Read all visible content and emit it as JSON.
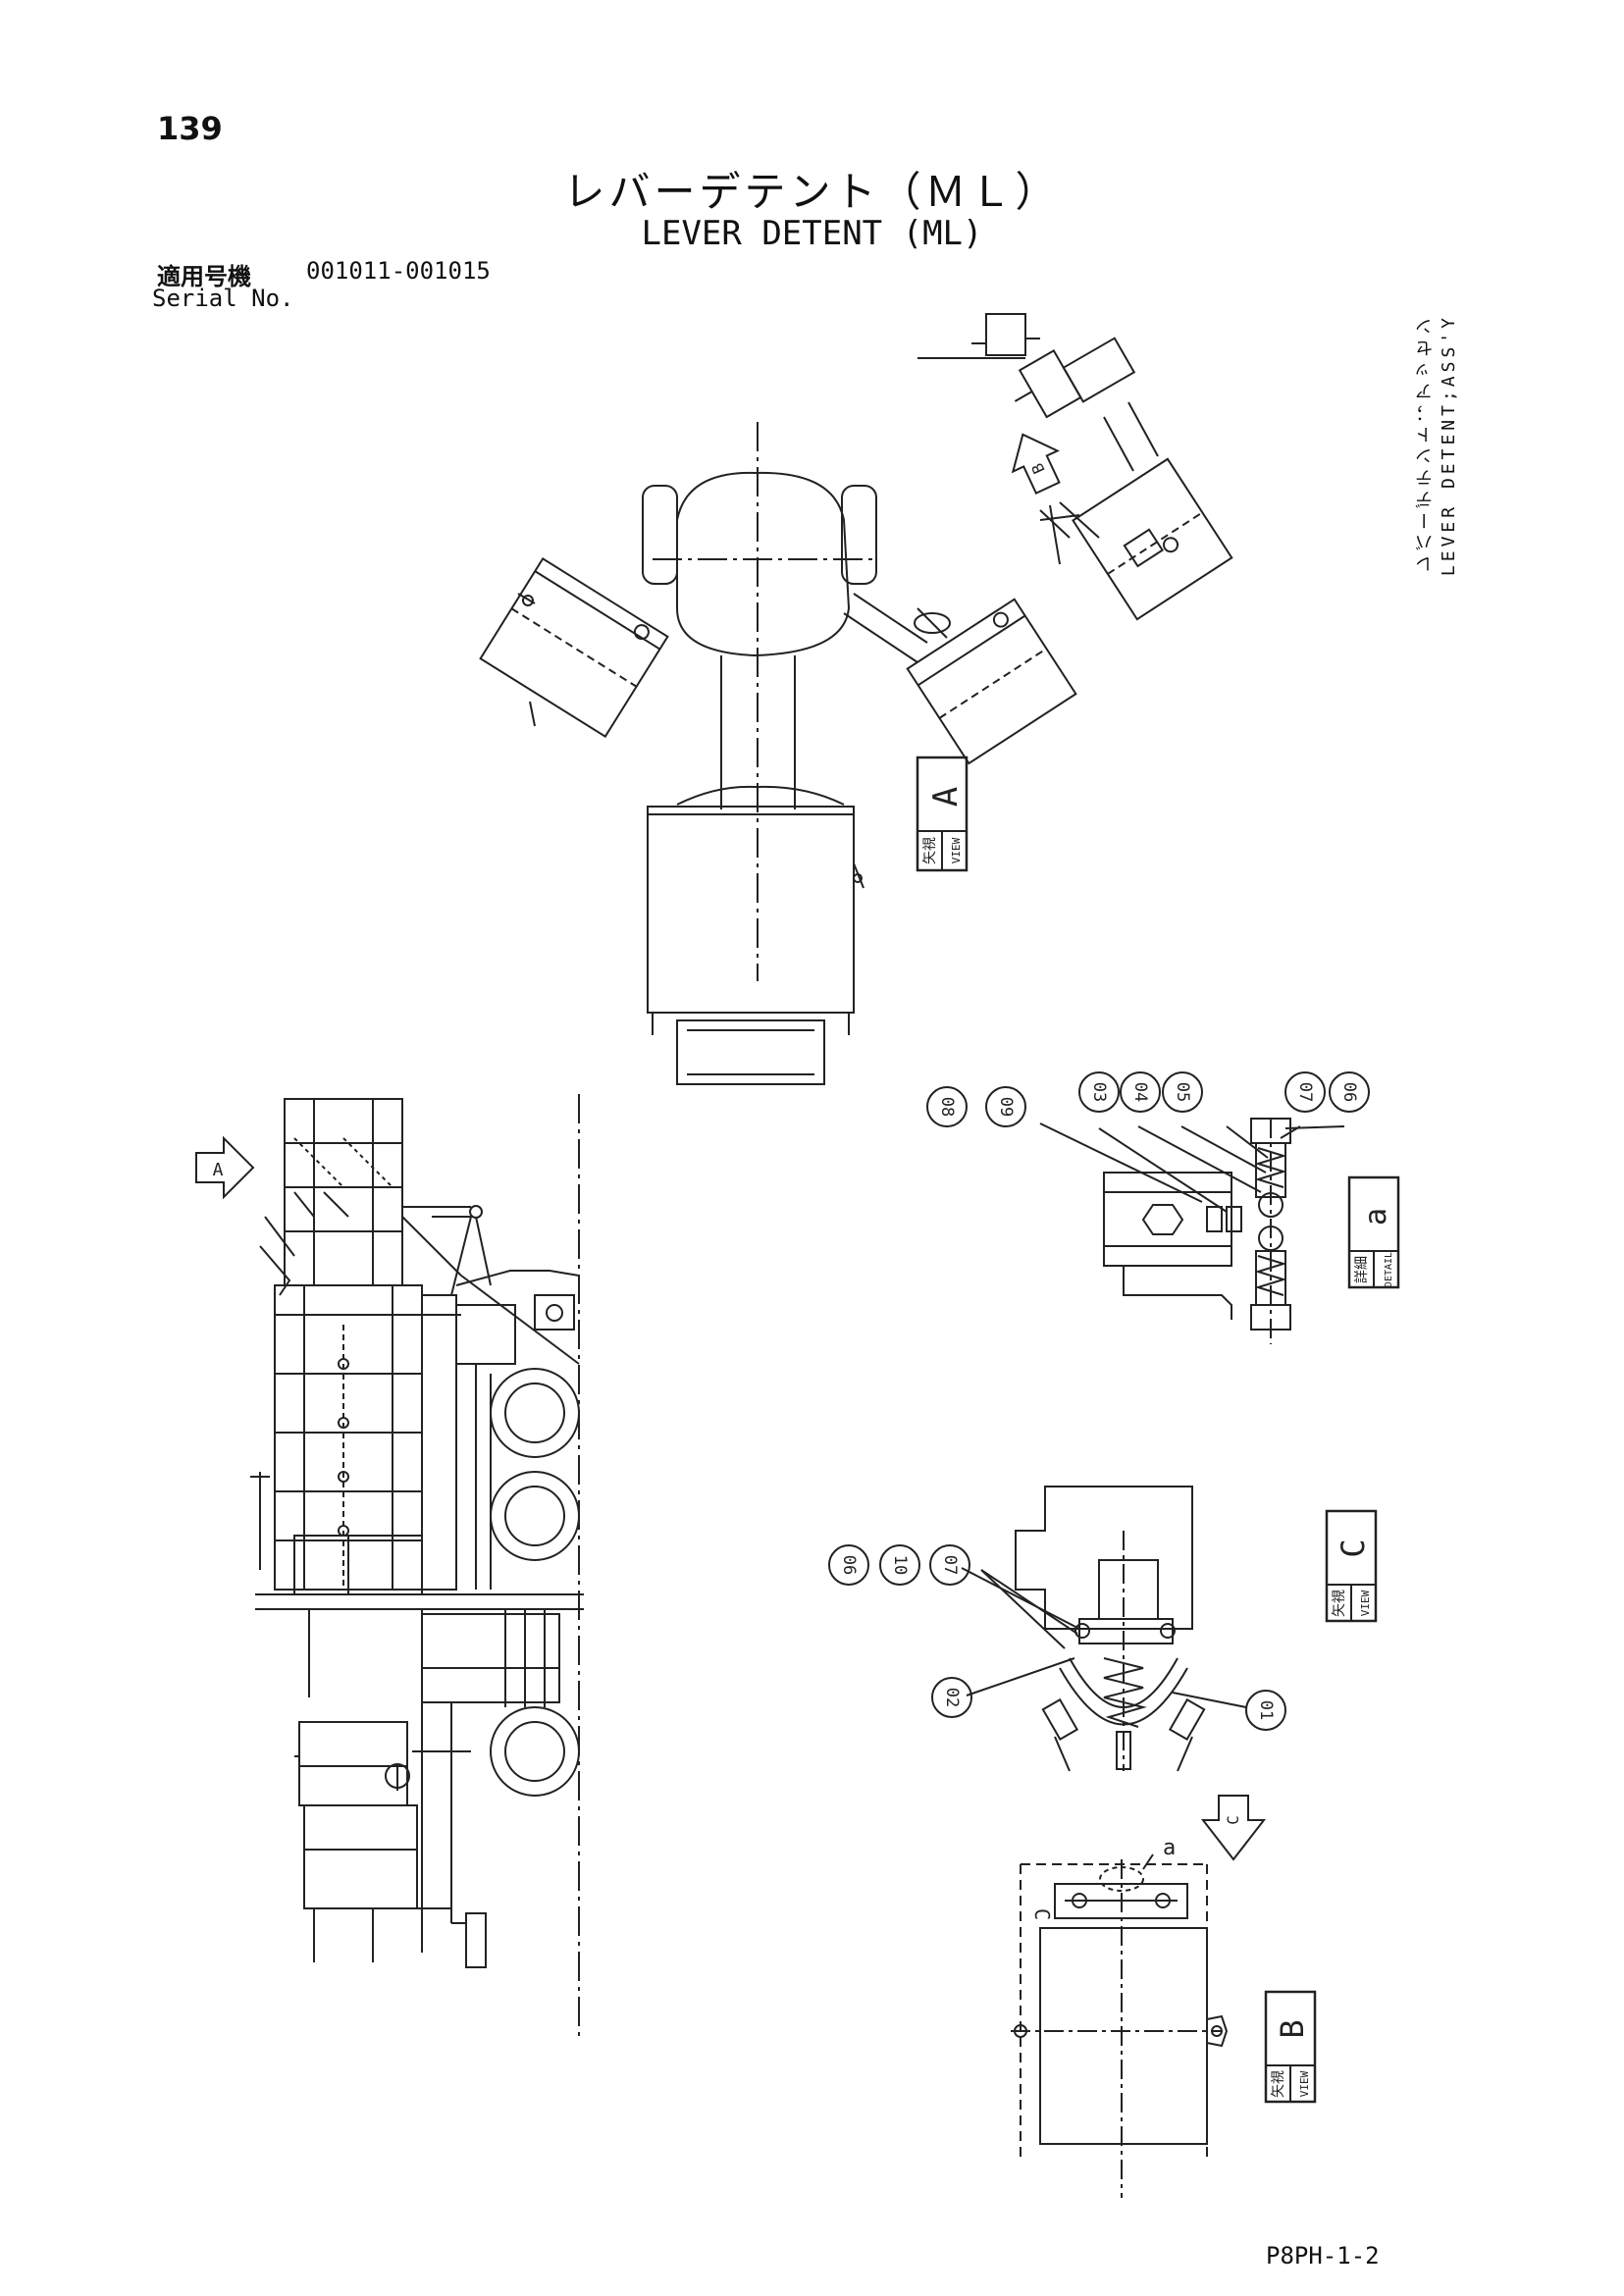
{
  "header": {
    "page_number": "139",
    "title_ja": "レバーデテント（ＭＬ）",
    "title_en": "LEVER DETENT (ML)",
    "serial_label_ja": "適用号機",
    "serial_label_en": "Serial No.",
    "serial_value": "001011-001015"
  },
  "assembly_label": {
    "ja": "レバーデテント；アッセン",
    "en": "LEVER DETENT;ASS'Y"
  },
  "views": {
    "view_a": {
      "ja": "矢視",
      "en": "VIEW",
      "letter": "A"
    },
    "view_b": {
      "ja": "矢視",
      "en": "VIEW",
      "letter": "B"
    },
    "view_c": {
      "ja": "矢視",
      "en": "VIEW",
      "letter": "C"
    },
    "detail_a": {
      "ja": "詳細",
      "en": "DETAIL",
      "letter": "a"
    }
  },
  "arrows": {
    "a": "A",
    "b": "B",
    "c": "C"
  },
  "marks": {
    "detail": "a",
    "view_c": "C"
  },
  "part_callouts": {
    "detail": [
      "08",
      "09",
      "03",
      "04",
      "05",
      "07",
      "06"
    ],
    "view_c": [
      "06",
      "10",
      "07",
      "02",
      "01"
    ]
  },
  "footer": {
    "drawing_code": "P8PH-1-2"
  }
}
